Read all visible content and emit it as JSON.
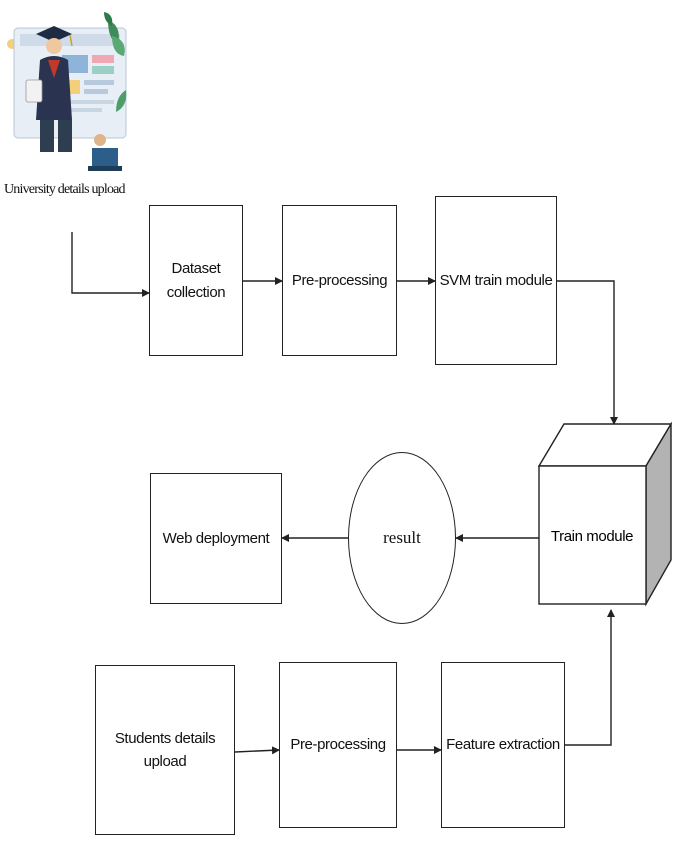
{
  "nodes": {
    "university_upload": "University details upload",
    "dataset_collection": "Dataset\ncollection",
    "preprocessing_top": "Pre-processing",
    "svm_train": "SVM train module",
    "train_module": "Train module",
    "result": "result",
    "web_deployment": "Web deployment",
    "students_upload": "Students details\nupload",
    "preprocessing_bottom": "Pre-processing",
    "feature_extraction": "Feature extraction"
  },
  "colors": {
    "line": "#222222",
    "cube_side": "#b3b3b3",
    "cube_top": "#ffffff"
  }
}
